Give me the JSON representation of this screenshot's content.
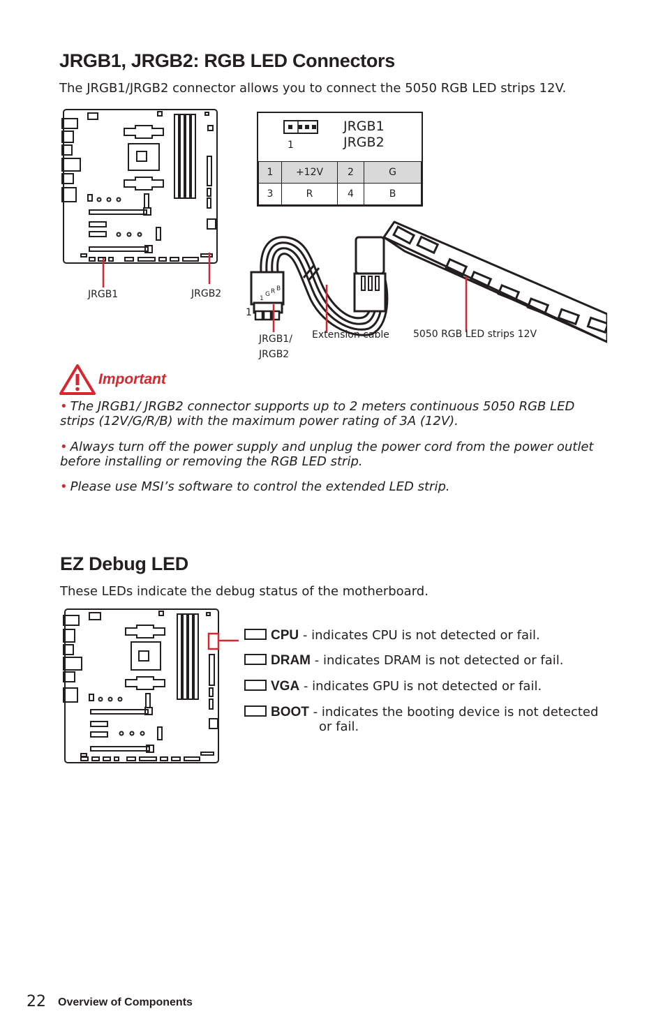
{
  "section1": {
    "title": "JRGB1, JRGB2: RGB LED Connectors",
    "lead": "The JRGB1/JRGB2 connector allows you to connect the 5050 RGB LED strips 12V.",
    "board_labels": {
      "left": "JRGB1",
      "right": "JRGB2"
    },
    "pinout": {
      "names": [
        "JRGB1",
        "JRGB2"
      ],
      "pin_one": "1",
      "rows": [
        [
          "1",
          "+12V",
          "2",
          "G"
        ],
        [
          "3",
          "R",
          "4",
          "B"
        ]
      ]
    },
    "cable": {
      "pin_one": "1",
      "pin_letters": [
        "1",
        "G",
        "R",
        "B"
      ],
      "connector_label_1": "JRGB1/",
      "connector_label_2": "JRGB2",
      "extension_label": "Extension cable",
      "strip_label": "5050 RGB LED strips 12V"
    }
  },
  "important": {
    "title": "Important",
    "bullets": [
      "The JRGB1/ JRGB2 connector supports up to 2 meters continuous 5050 RGB LED strips (12V/G/R/B) with the maximum power rating of 3A (12V).",
      "Always turn off the power supply and unplug the power cord from the power outlet before installing or removing the RGB LED strip.",
      "Please use MSI’s software to control the extended LED strip."
    ]
  },
  "section2": {
    "title": "EZ Debug LED",
    "lead": "These LEDs indicate the debug status of the motherboard.",
    "leds": [
      {
        "name": "CPU",
        "desc": "- indicates CPU is not detected or fail."
      },
      {
        "name": "DRAM",
        "desc": "- indicates DRAM is not detected or fail."
      },
      {
        "name": "VGA",
        "desc": "- indicates GPU is not detected or fail."
      },
      {
        "name": "BOOT",
        "desc": "- indicates the booting device is not detected",
        "desc2": "or fail."
      }
    ]
  },
  "footer": {
    "page": "22",
    "text": "Overview of Components"
  },
  "colors": {
    "accent": "#d7262e",
    "ink": "#231f20",
    "header_fill": "#d9d9d9"
  }
}
